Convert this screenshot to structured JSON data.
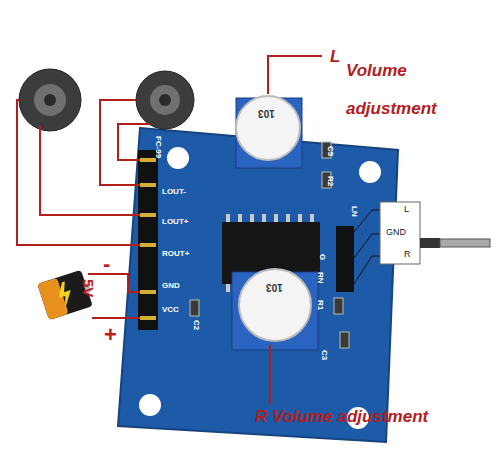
{
  "diagram": {
    "nodes": [
      {
        "text": [
          "5V"
        ]
      }
    ],
    "labels": [
      "L",
      "Volume adjustment",
      "R Volume adjustment",
      "-",
      "+",
      "FC-99",
      "LOUT-",
      "LOUT+",
      "ROUT+",
      "GND",
      "VCC",
      "C5",
      "R2",
      "LN",
      "G",
      "RN",
      "R1",
      "C3",
      "C2",
      "103",
      "103",
      "L",
      "GND",
      "R"
    ]
  }
}
